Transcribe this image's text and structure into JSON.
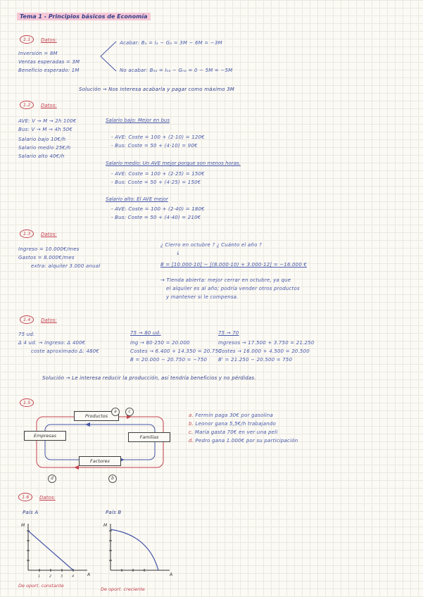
{
  "page": {
    "title": "Tema 1 - Principios básicos de Economía"
  },
  "s11": {
    "num": "1.1",
    "label": "Datos:",
    "datos": [
      "Inversión = 8M",
      "Ventas esperadas = 3M",
      "Beneficio esperado: 1M"
    ],
    "calc": [
      "Acabar:  Bₐ = Iₐ − Gₐ = 3M − 6M = −3M",
      "No acabar:  Bₙₐ = Iₙₐ − Gₙₐ = 0 − 5M = −5M"
    ],
    "solucion": "Solución → Nos interesa acabarla y pagar como máximo 3M"
  },
  "s12": {
    "num": "1.2",
    "label": "Datos:",
    "datos": [
      "AVE:  V → M → 2h   100€",
      "Bus:  V → M → 4h   50€",
      "Salario bajo 10€/h",
      "Salario medio 25€/h",
      "Salario alto 40€/h"
    ],
    "b0t": "Salario bajo:  Mejor en bus",
    "b0l": [
      "- AVE:  Coste = 100 + (2·10) = 120€",
      "- Bus:  Coste = 50 + (4·10) = 90€"
    ],
    "b1t": "Salario medio:  Un AVE mejor porque son menos horas.",
    "b1l": [
      "- AVE:  Coste = 100 + (2·25) = 150€",
      "- Bus:  Coste = 50 + (4·25) = 150€"
    ],
    "b2t": "Salario alto:  El AVE mejor",
    "b2l": [
      "- AVE:  Coste = 100 + (2·40) = 180€",
      "- Bus:  Coste = 50 + (4·40) = 210€"
    ]
  },
  "s13": {
    "num": "1.3",
    "label": "Datos:",
    "datos": [
      "Ingreso = 10.000€/mes",
      "Gastos = 8.000€/mes",
      "extra: alquiler 3.000 anual"
    ],
    "pregunta": "¿ Cierro en octubre ?  ¿ Cuánto el año ?",
    "arrow": "↓",
    "formula": "B = [10.000·10] − [(8.000·10) + 3.000·12] = −16.000 €",
    "nota": [
      "→ Tienda abierta: mejor cerrar en octubre, ya que",
      "el alquiler es al año; podría vender otros productos",
      "y mantener si le compensa."
    ]
  },
  "s14": {
    "num": "1.4",
    "label": "Datos:",
    "datos": [
      "75 ud.",
      "Δ 4 ud. → ingreso: Δ 400€",
      "coste aproximado Δ: 480€"
    ],
    "c1t": "75 → 80 ud.",
    "c1l": [
      "Ing → 80·250 = 20.000",
      "Costes → 6.400 + 14.350 = 20.750",
      "B = 20.000 − 20.750 = −750"
    ],
    "c2t": "75 → 70",
    "c2l": [
      "Ingresos → 17.500 + 3.750 = 21.250",
      "Costes → 16.000 + 4.500 = 20.500",
      "B' = 21.250 − 20.500 = 750"
    ],
    "solucion": "Solución → Le interesa reducir la producción, así tendría beneficios y no pérdidas."
  },
  "s15": {
    "num": "1.5",
    "boxes": {
      "top": "Productos",
      "left": "Empresas",
      "right": "Familias",
      "bottom": "Factores"
    },
    "letters": {
      "a": "a",
      "b": "b",
      "c": "c",
      "d": "d"
    },
    "items": [
      {
        "k": "a.",
        "t": "Fermín paga 30€ por gasolina"
      },
      {
        "k": "b.",
        "t": "Leonor gana 5,5€/h trabajando"
      },
      {
        "k": "c.",
        "t": "María gasta 70€ en ver una peli"
      },
      {
        "k": "d.",
        "t": "Pedro gana 1.000€ por su participación"
      }
    ]
  },
  "s16": {
    "num": "1.6",
    "label": "Datos:",
    "paisA": "País A",
    "paisB": "País B",
    "axis": {
      "x": "A",
      "y": "M"
    },
    "ticksA": [
      "1",
      "2",
      "3",
      "4"
    ],
    "captionA": "De oport. constante",
    "captionB": "De oport. creciente"
  }
}
